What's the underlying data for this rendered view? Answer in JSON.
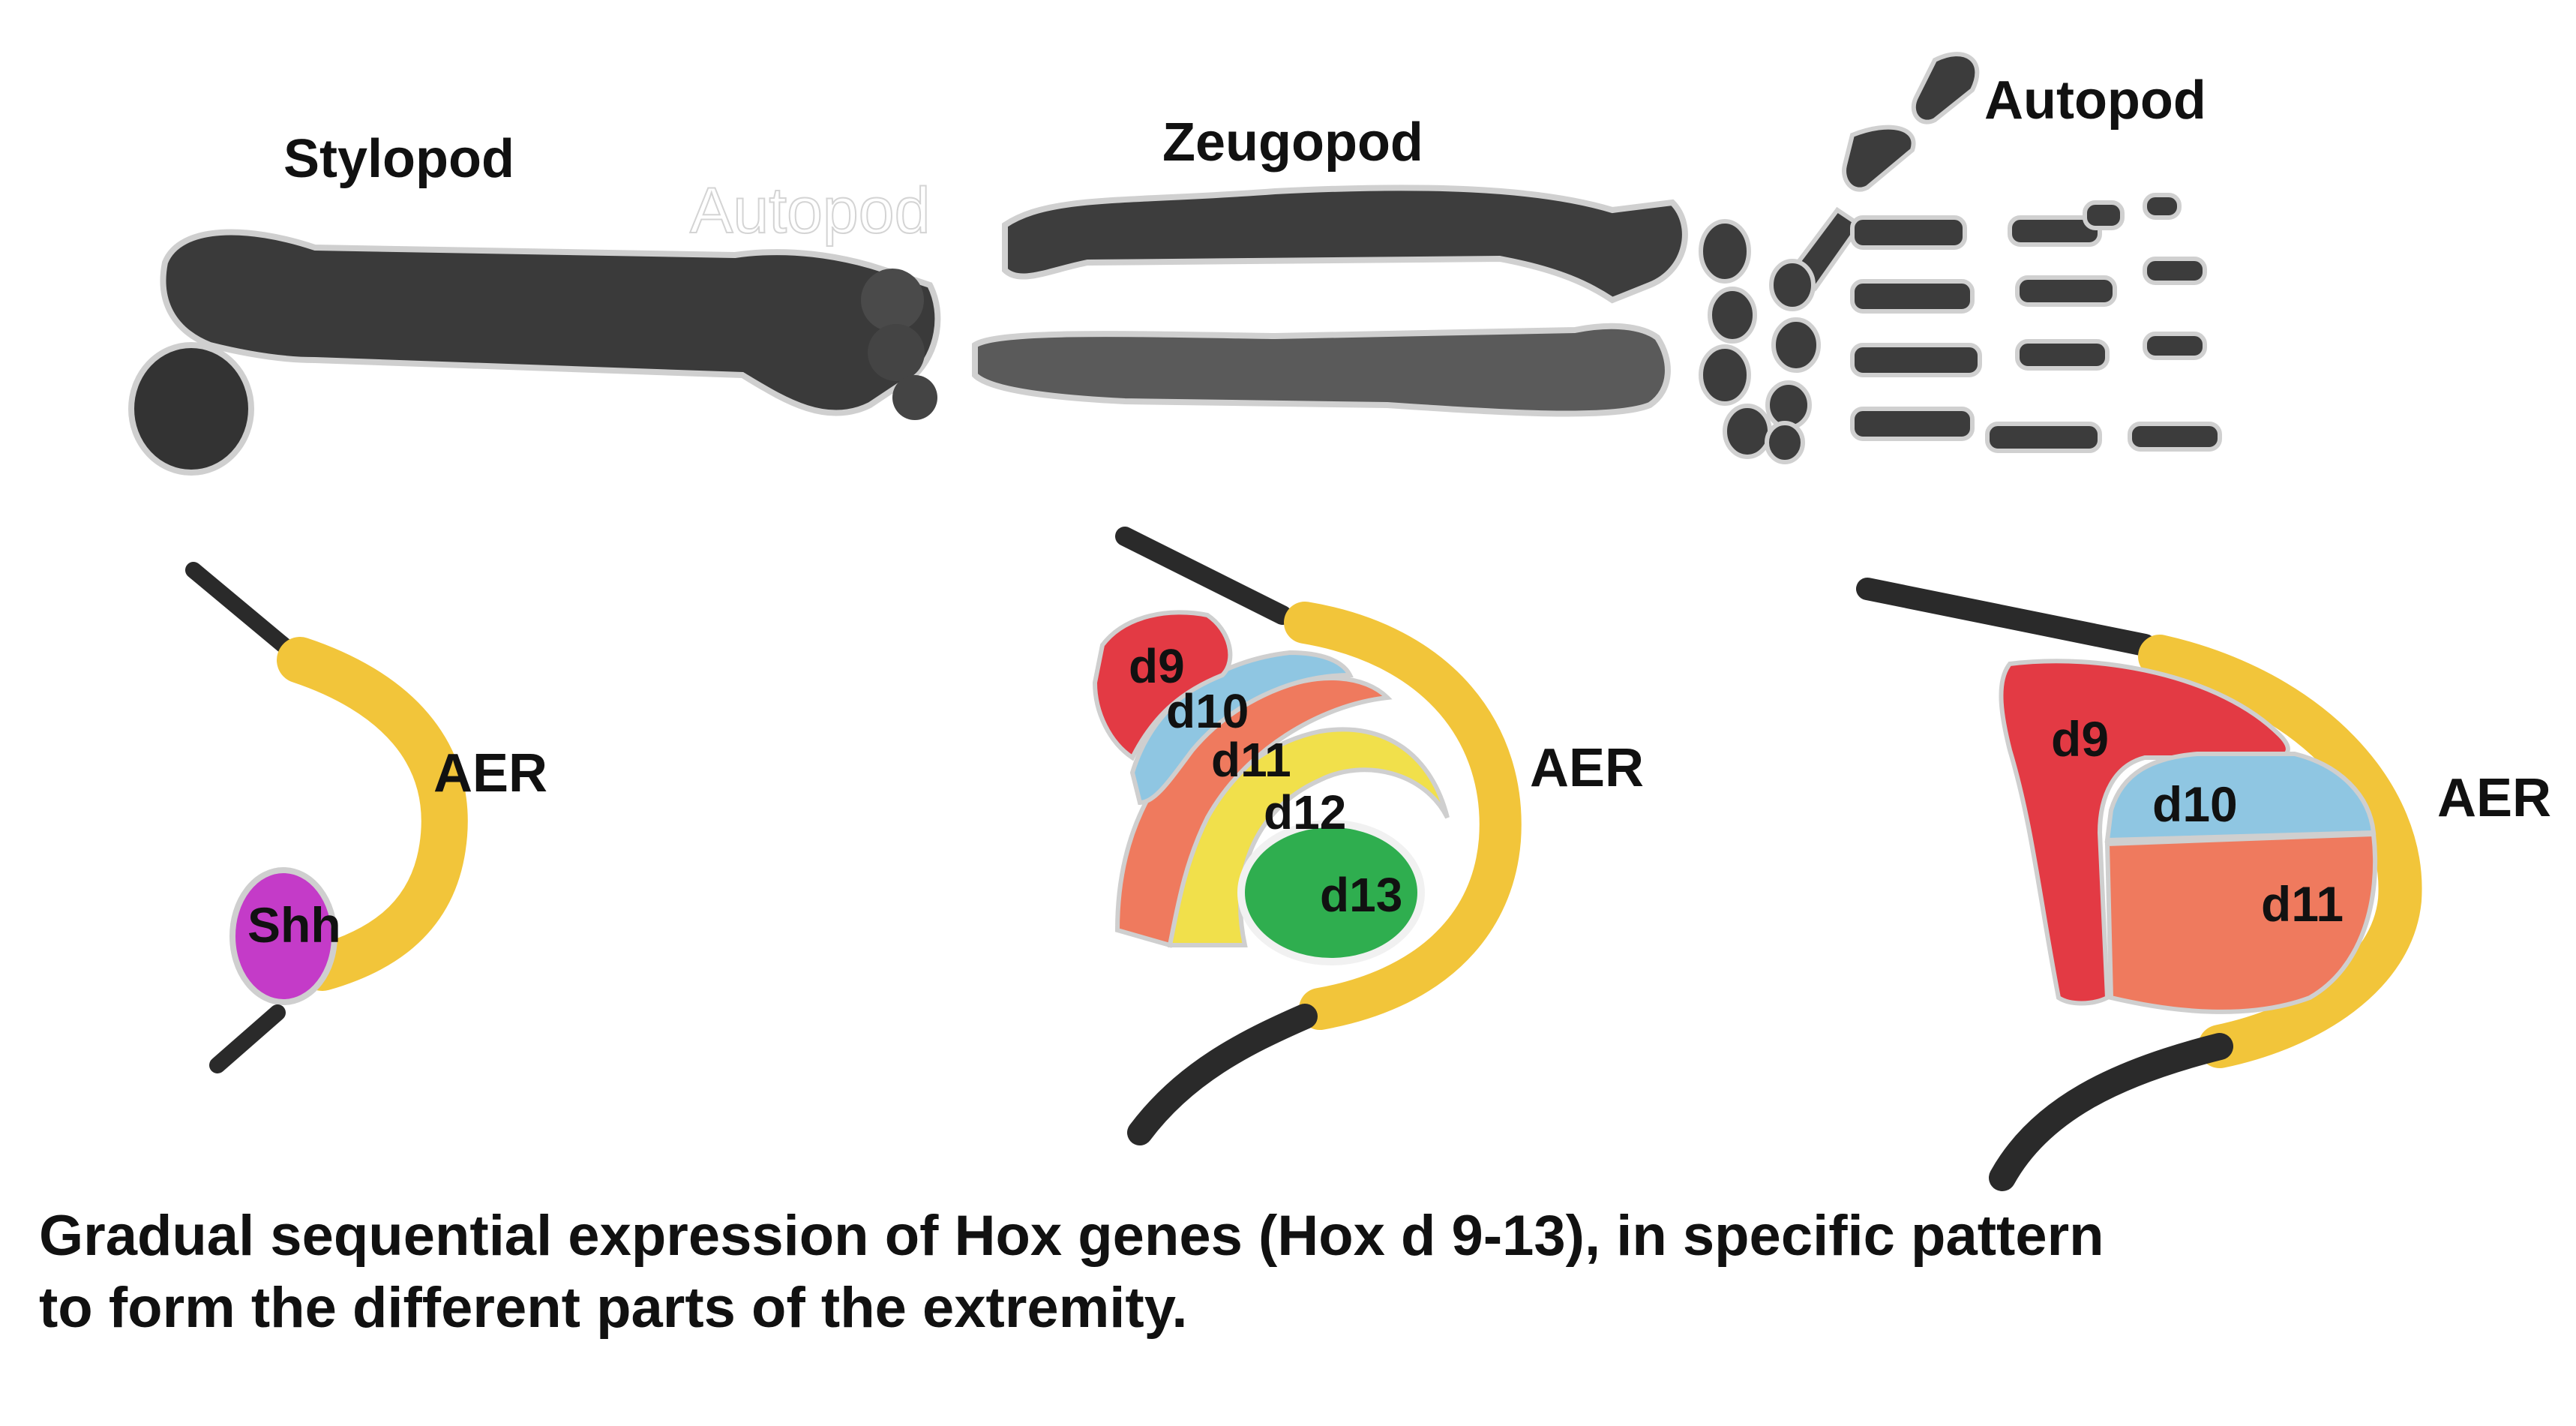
{
  "labels": {
    "stylopod": "Stylopod",
    "zeugopod": "Zeugopod",
    "autopod": "Autopod",
    "aer_1": "AER",
    "shh": "Shh",
    "aer_2": "AER",
    "aer_3": "AER",
    "z_d9": "d9",
    "z_d10": "d10",
    "z_d11": "d11",
    "z_d12": "d12",
    "z_d13": "d13",
    "a_d9": "d9",
    "a_d10": "d10",
    "a_d11": "d11"
  },
  "caption": {
    "line1": "Gradual sequential expression of Hox genes (Hox d 9-13), in specific pattern",
    "line2": "to form the different parts of the extremity."
  },
  "colors": {
    "bone": "#3b3b3b",
    "aer": "#f2c53a",
    "shh": "#c43bc8",
    "d9": "#e33a44",
    "d10": "#8fc6e2",
    "d11": "#ef7a5e",
    "d12": "#f1e04b",
    "d13": "#2fae4f"
  }
}
